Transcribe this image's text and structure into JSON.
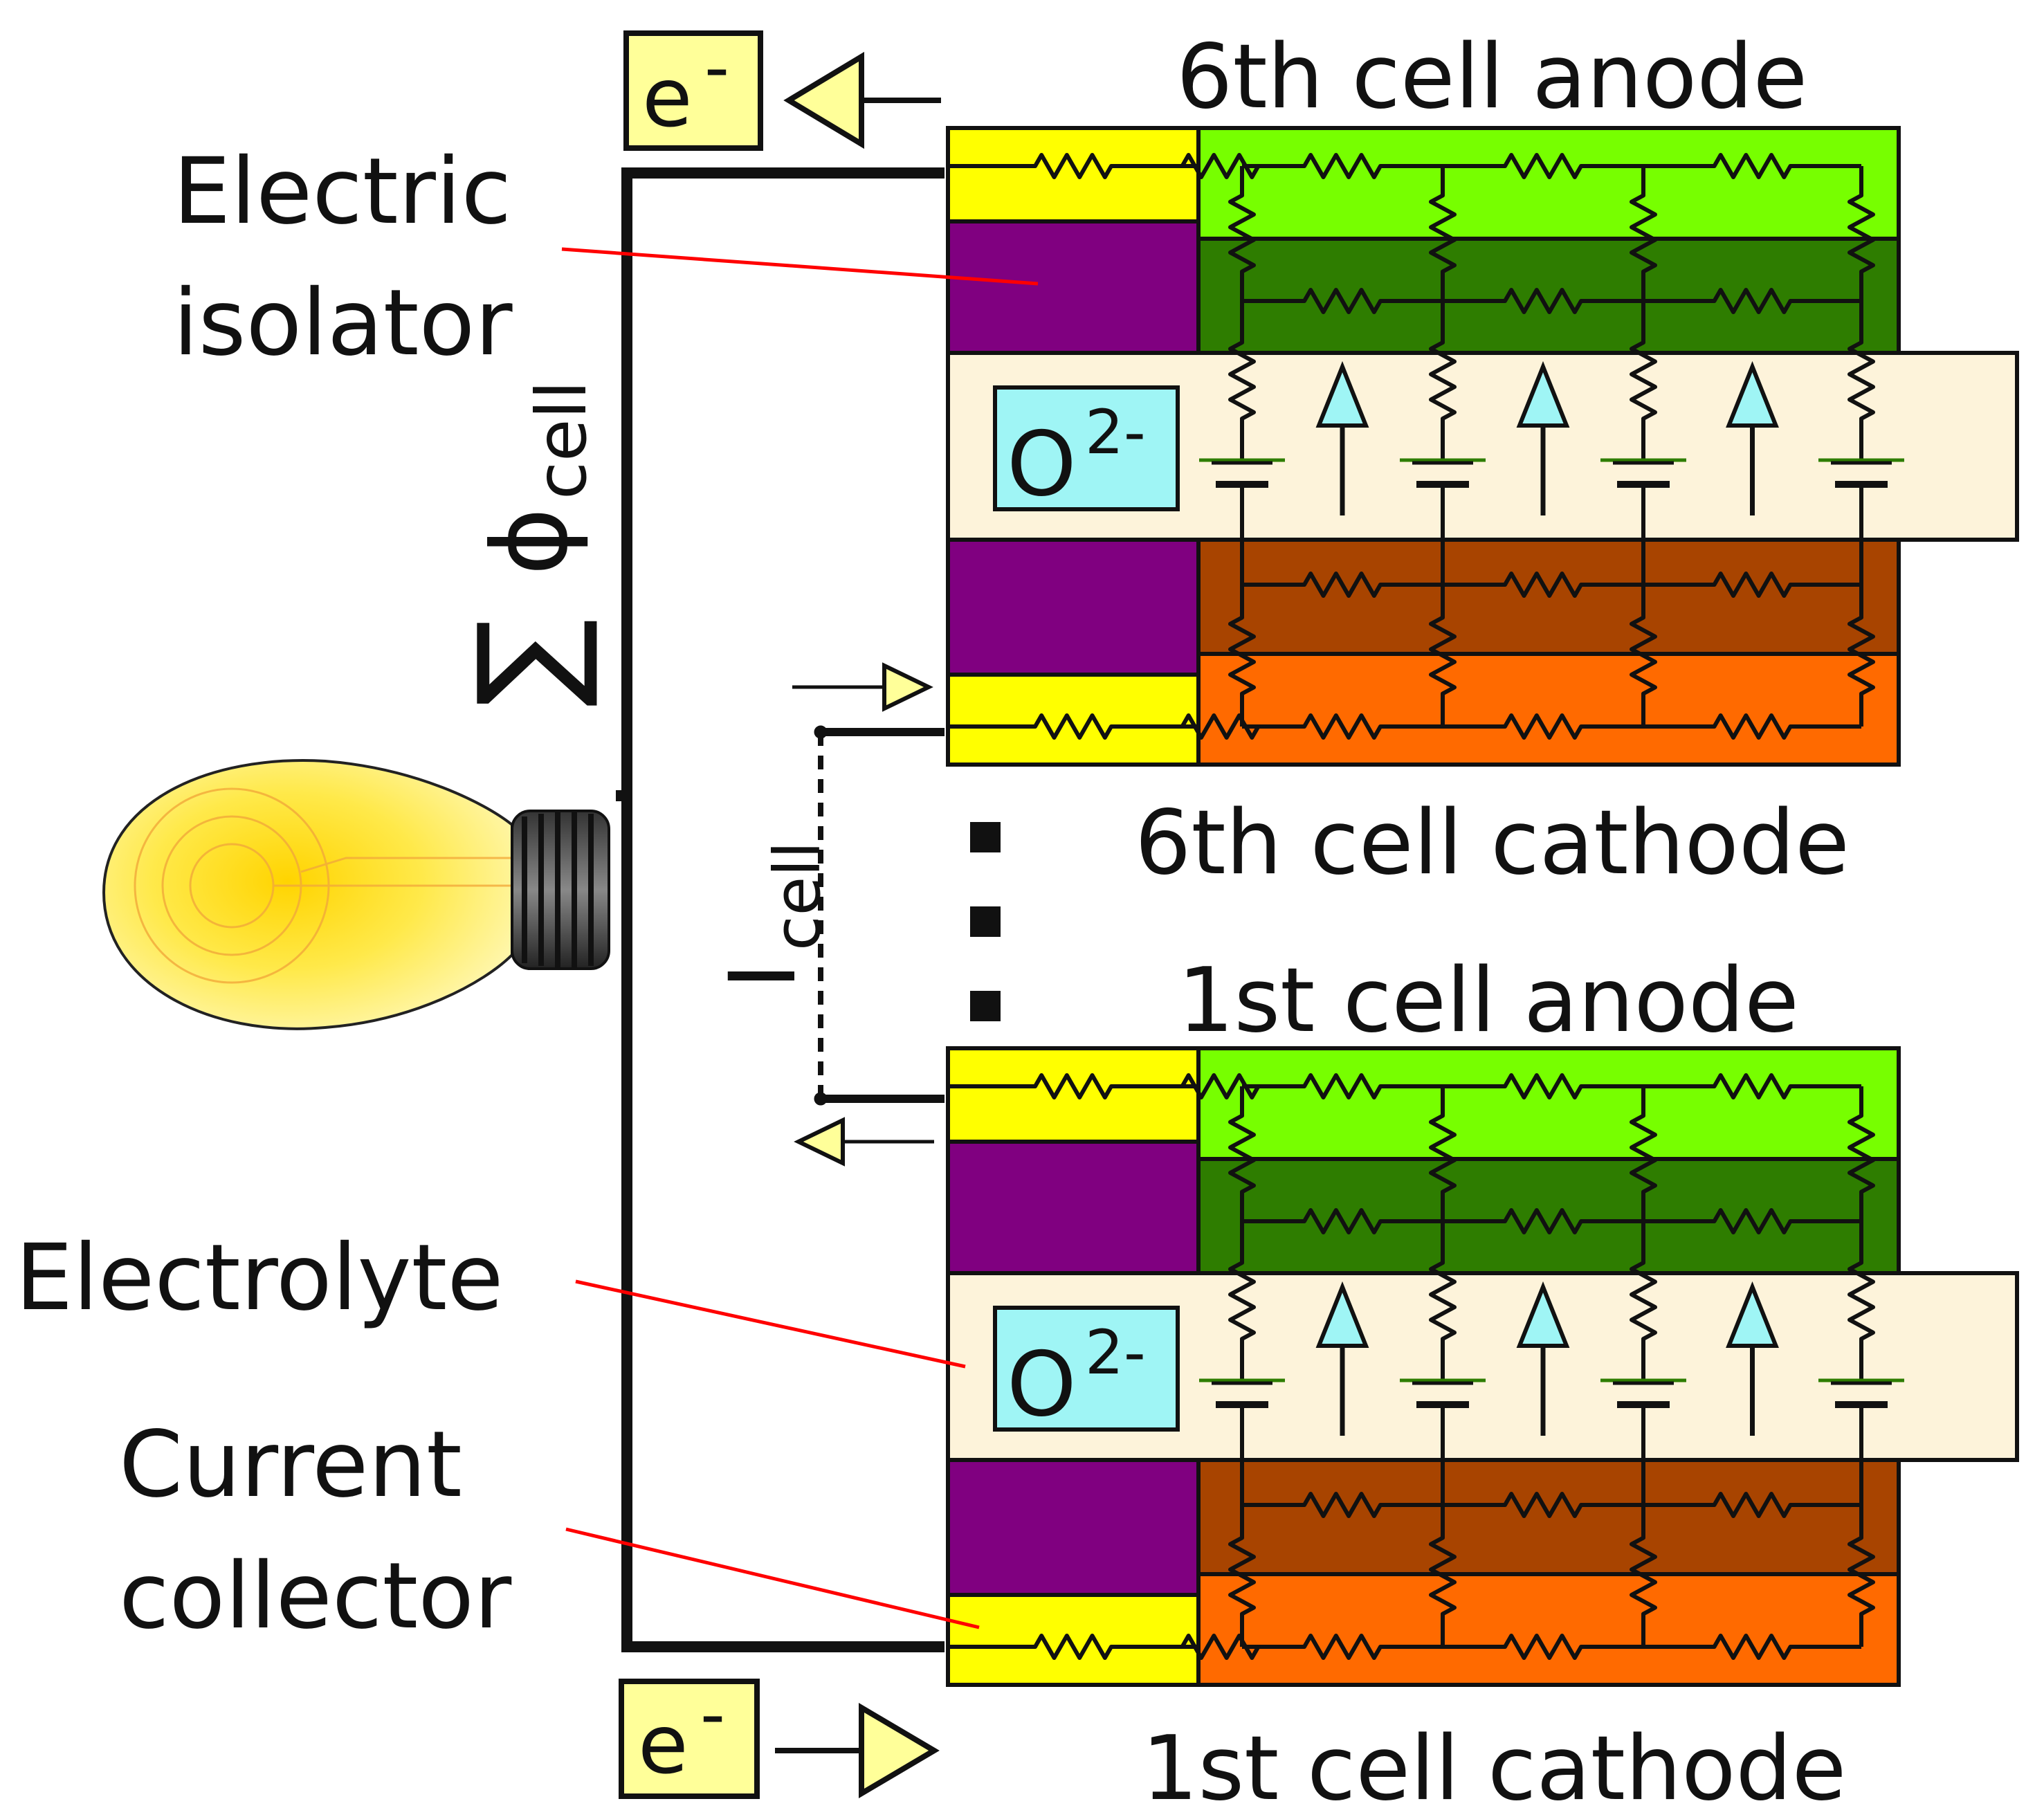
{
  "colors": {
    "current_collector": "#ffff00",
    "anode_outer": "#77ff00",
    "anode_inner": "#2e7d00",
    "cathode_inner": "#a84400",
    "cathode_outer": "#ff6a00",
    "electrolyte": "#fdf3da",
    "isolator": "#800080",
    "ion_box": "#9ff5f5",
    "arrow_fill": "#ffff99",
    "leader_line": "#ff0000",
    "wire": "#111111"
  },
  "labels": {
    "electric_isolator": [
      "Electric",
      "isolator"
    ],
    "electrolyte": "Electrolyte",
    "current_collector": [
      "Current",
      "collector"
    ],
    "cell6_anode": "6th cell anode",
    "cell6_cathode": "6th cell cathode",
    "cell1_anode": "1st cell anode",
    "cell1_cathode": "1st cell cathode",
    "electron": "e",
    "electron_charge": "-",
    "ion": "O",
    "ion_charge": "2-",
    "sum_symbol": "∑",
    "phi_symbol": "ϕ",
    "phi_sub": "cell",
    "current_symbol": "I",
    "current_sub": "cell",
    "ellipsis_dots": "■"
  },
  "cells": [
    "6th cell",
    "1st cell"
  ],
  "icons": [
    "light-bulb-icon",
    "resistor-icon",
    "battery-icon",
    "arrow-icon"
  ]
}
